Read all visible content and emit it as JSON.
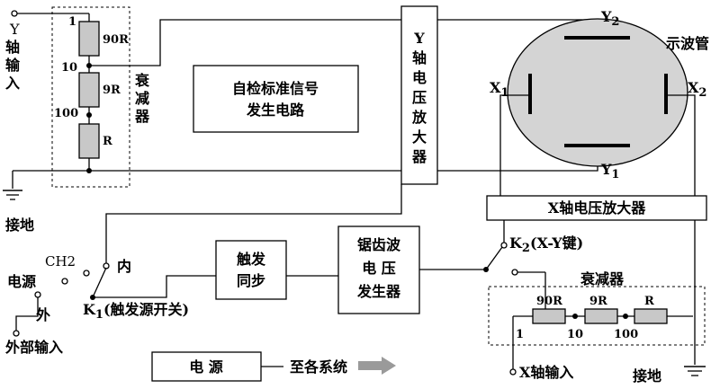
{
  "diagram": {
    "y_input": {
      "line1": "Y",
      "line2": "轴",
      "line3": "输",
      "line4": "入"
    },
    "y_attenuator": {
      "label1": "衰",
      "label2": "减",
      "label3": "器",
      "r1": "90R",
      "r2": "9R",
      "r3": "R",
      "tap1": "1",
      "tap2": "10",
      "tap3": "100"
    },
    "self_test": {
      "line1": "自检标准信号",
      "line2": "发生电路"
    },
    "y_amp": {
      "c1": "Y",
      "c2": "轴",
      "c3": "电",
      "c4": "压",
      "c5": "放",
      "c6": "大",
      "c7": "器"
    },
    "crt": {
      "title": "示波管",
      "y2": "Y",
      "y2_sub": "2",
      "y1": "Y",
      "y1_sub": "1",
      "x1": "X",
      "x1_sub": "1",
      "x2": "X",
      "x2_sub": "2"
    },
    "ground_left": "接地",
    "trigger": {
      "ch2": "CH2",
      "power": "电源",
      "internal": "内",
      "external": "外",
      "k1": "K",
      "k1_sub": "1",
      "k1_label": "(触发源开关)",
      "external_input": "外部输入"
    },
    "trigger_sync": {
      "line1": "触发",
      "line2": "同步"
    },
    "sawtooth": {
      "line1": "锯齿波",
      "line2": "电    压",
      "line3": "发生器"
    },
    "x_amp": "X轴电压放大器",
    "k2": {
      "k": "K",
      "sub": "2",
      "label": "(X-Y键)"
    },
    "x_attenuator": {
      "label": "衰减器",
      "r1": "90R",
      "r2": "9R",
      "r3": "R",
      "tap1": "1",
      "tap2": "10",
      "tap3": "100"
    },
    "x_input": "X轴输入",
    "ground_right": "接地",
    "power_box": "电    源",
    "to_systems": "至各系统"
  }
}
